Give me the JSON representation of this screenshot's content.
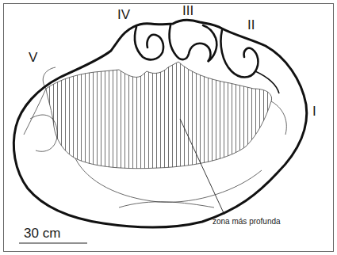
{
  "diagram": {
    "labels": [
      "IV",
      "III",
      "II",
      "V",
      "I",
      "zona más profunda",
      "30 cm"
    ]
  }
}
